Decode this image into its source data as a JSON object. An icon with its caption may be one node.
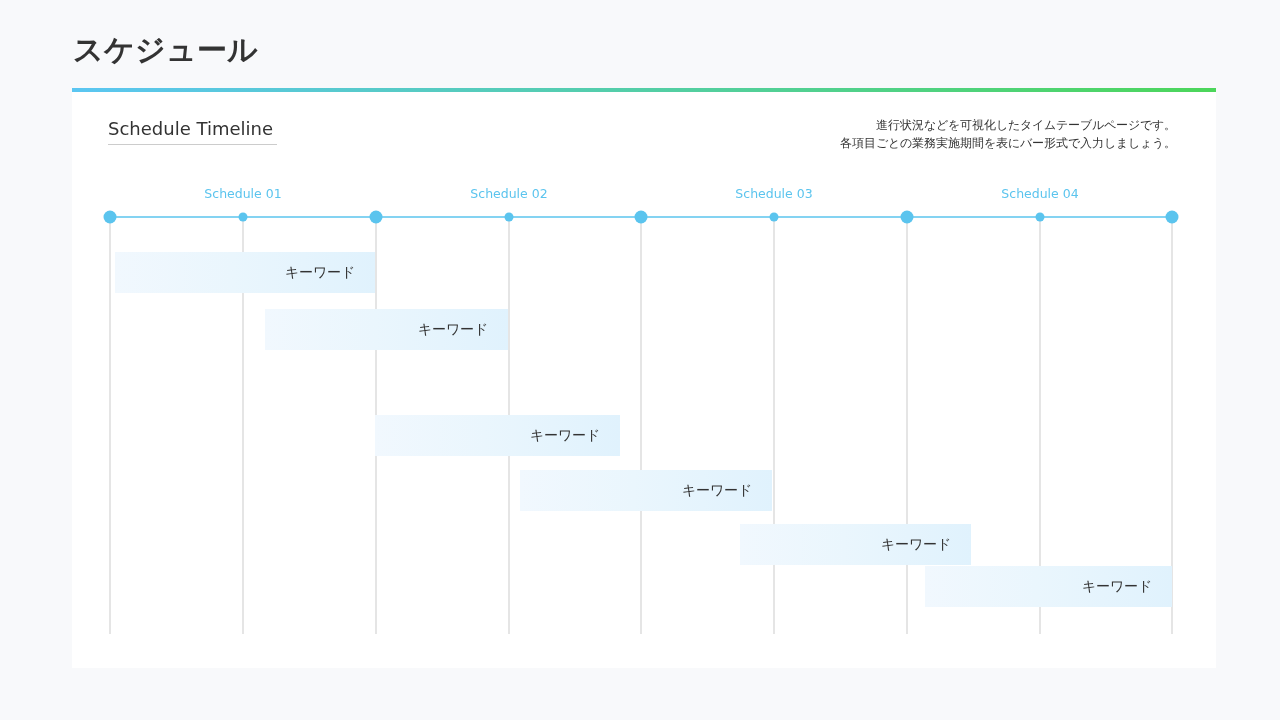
{
  "diagram": {
    "title": "スケジュール",
    "nodes": [
      {
        "text": [
          "キーワード"
        ]
      },
      {
        "text": [
          "キーワード"
        ]
      },
      {
        "text": [
          "キーワード"
        ]
      },
      {
        "text": [
          "キーワード"
        ]
      },
      {
        "text": [
          "キーワード"
        ]
      },
      {
        "text": [
          "キーワード"
        ]
      }
    ],
    "labels": [
      "Schedule Timeline",
      "進行状況などを可視化したタイムテーブルページです。",
      "各項目ごとの業務実施期間を表にバー形式で入力しましょう。",
      "Schedule 01",
      "Schedule 02",
      "Schedule 03",
      "Schedule 04"
    ]
  }
}
